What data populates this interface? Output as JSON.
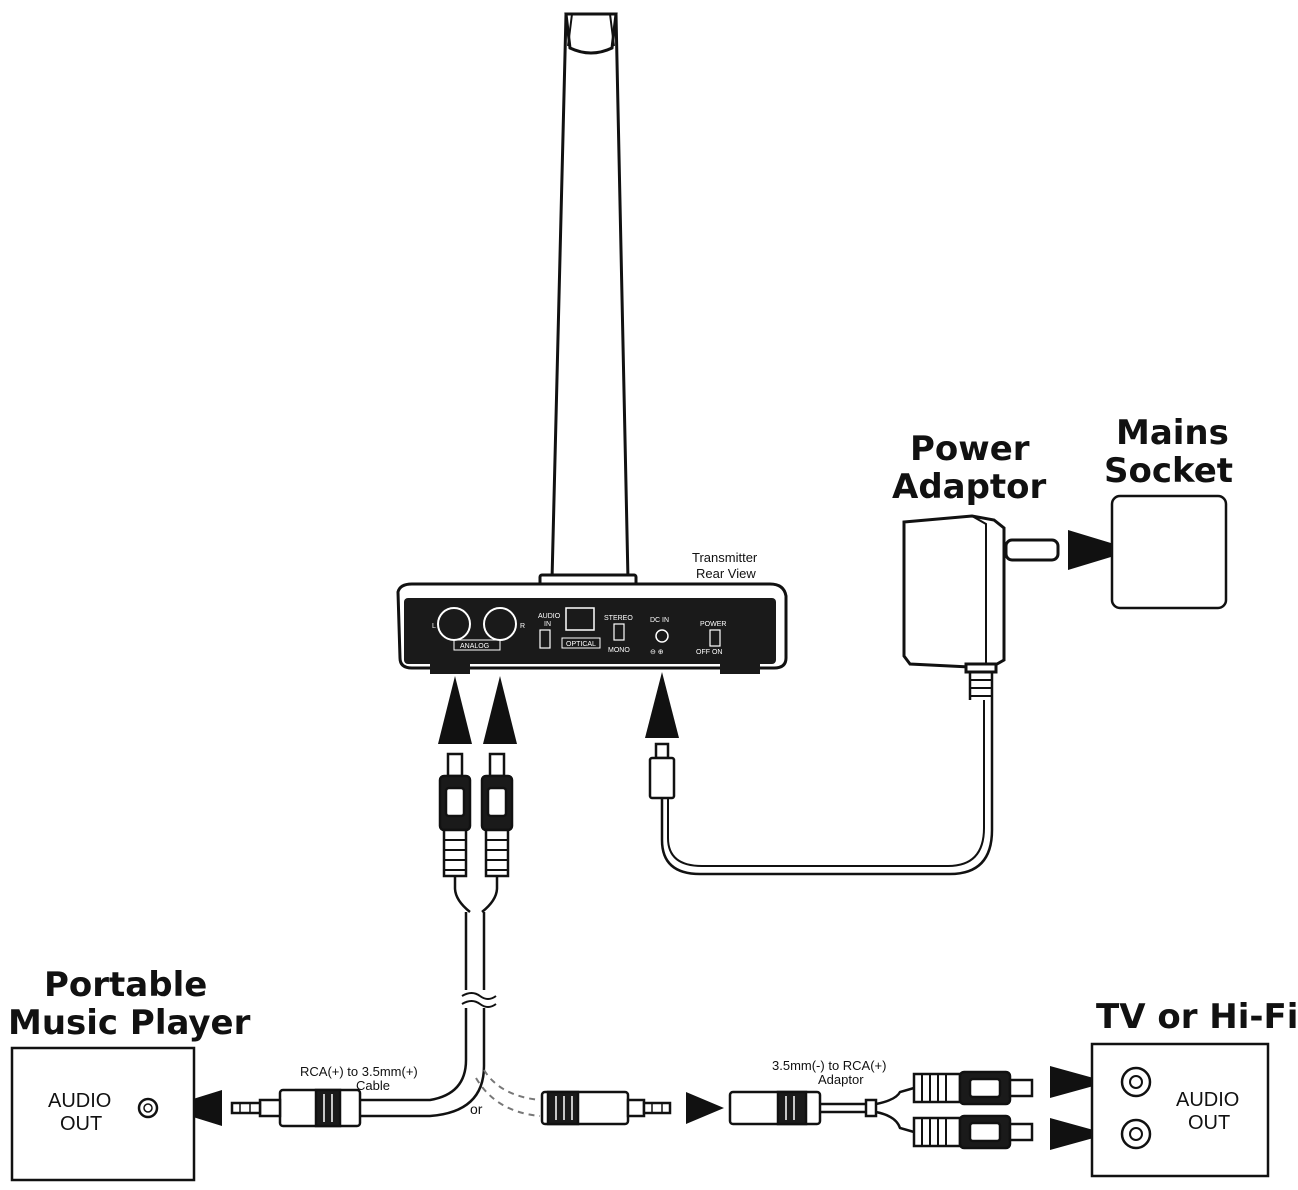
{
  "labels": {
    "transmitter_line1": "Transmitter",
    "transmitter_line2": "Rear View",
    "power_adaptor_line1": "Power",
    "power_adaptor_line2": "Adaptor",
    "mains_socket_line1": "Mains",
    "mains_socket_line2": "Socket",
    "portable_player_line1": "Portable",
    "portable_player_line2": "Music Player",
    "tv_hifi": "TV or Hi-Fi",
    "audio_out_line1": "AUDIO",
    "audio_out_line2": "OUT",
    "cable_line1": "RCA(+) to 3.5mm(+)",
    "cable_line2": "Cable",
    "adaptor_line1": "3.5mm(-) to RCA(+)",
    "adaptor_line2": "Adaptor",
    "or": "or"
  },
  "panel": {
    "left_l": "L",
    "right_r": "R",
    "analog": "ANALOG",
    "audio_in_line1": "AUDIO",
    "audio_in_line2": "IN",
    "optical": "OPTICAL",
    "stereo": "STEREO",
    "mono": "MONO",
    "dc_in": "DC IN",
    "power": "POWER",
    "off_on": "OFF ON"
  },
  "colors": {
    "ink": "#111111",
    "device": "#1a1a1a",
    "white": "#ffffff"
  }
}
